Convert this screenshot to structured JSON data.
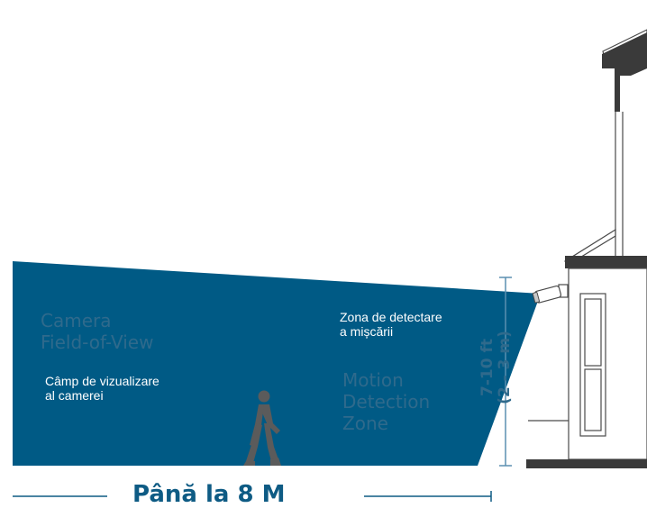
{
  "labels": {
    "camera_fov_en": "Camera\nField-of-View",
    "camera_fov_ro": "Câmp de vizualizare\nal camerei",
    "motion_zone_ro": "Zona de detectare\na mișcării",
    "motion_zone_en": "Motion\nDetection\nZone",
    "mount_height": "7-10 ft\n(2 - 3 m)",
    "range": "Până la 8 M"
  },
  "icons": {
    "person": "walking-person-icon",
    "camera": "security-camera-icon",
    "house": "house-outline-icon"
  },
  "colors": {
    "field_of_view": "#005a85",
    "house_accent": "#3a3a3a",
    "range_text": "#0e5b84"
  }
}
